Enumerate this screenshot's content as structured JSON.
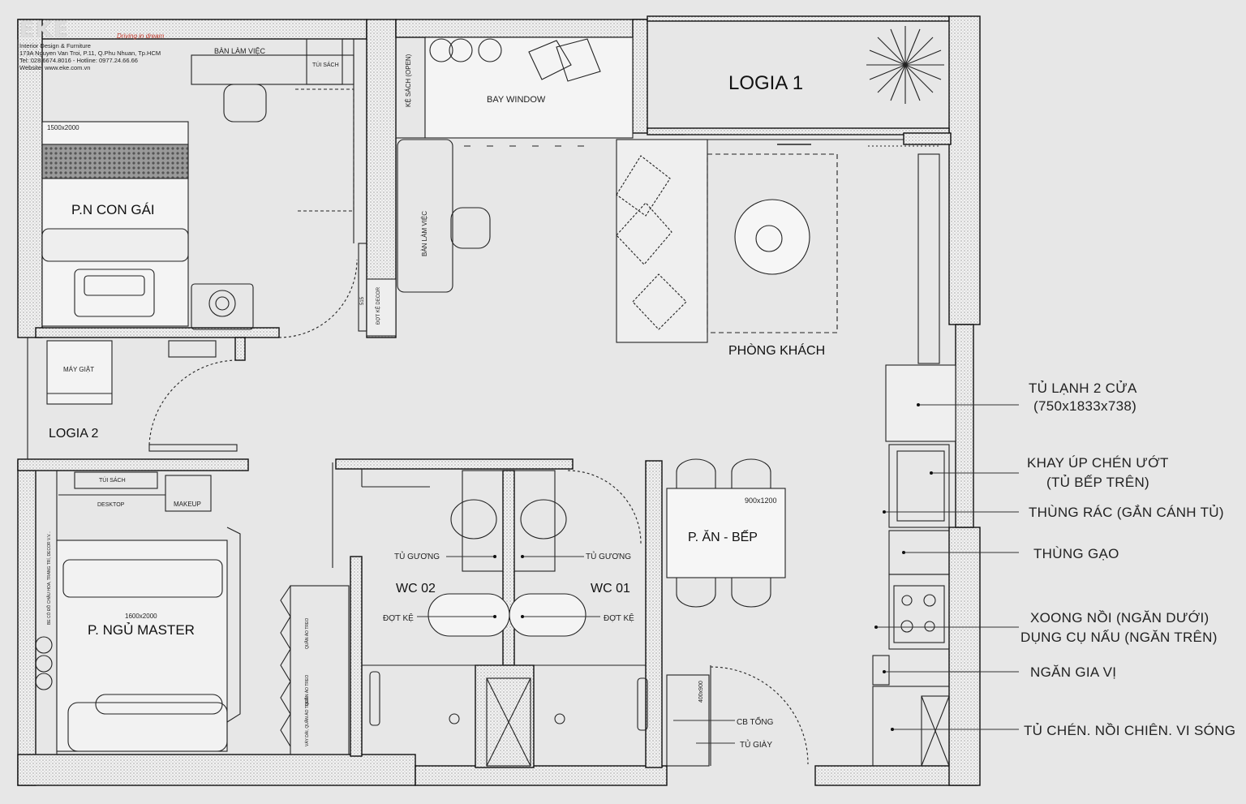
{
  "company": {
    "logo_text": "EKE",
    "tagline": "Driving in dream",
    "lines": [
      "Interior Design & Furniture",
      "173A Nguyen Van Troi, P.11, Q.Phu Nhuan, Tp.HCM",
      "Tel: 028.6674.8016 - Hotline: 0977.24.66.66",
      "Website: www.eke.com.vn"
    ]
  },
  "rooms": {
    "logia1": "LOGIA 1",
    "logia2": "LOGIA 2",
    "bedroom_girl": "P.N CON GÁI",
    "bedroom_master": "P. NGỦ MASTER",
    "living": "PHÒNG KHÁCH",
    "wc02": "WC 02",
    "wc01": "WC 01",
    "dining": "P. ĂN - BẾP"
  },
  "small_labels": {
    "desk_top": "BÀN LÀM VIỆC",
    "bag_top": "TÚI SÁCH",
    "bookshelf": "KỆ SÁCH (OPEN)",
    "bay_window": "BAY WINDOW",
    "desk_mid": "BÀN LÀM VIỆC",
    "decor_shelf": "ĐỢT KỆ DECOR",
    "bed1_size": "1500x2000",
    "washer": "MÁY GIẶT",
    "bag_master": "TÚI SÁCH",
    "desktop": "DESKTOP",
    "makeup": "MAKEUP",
    "bed2_size": "1600x2000",
    "mirror_left": "TỦ GƯƠNG",
    "mirror_right": "TỦ GƯƠNG",
    "shelf_left": "ĐỢT KỆ",
    "shelf_right": "ĐỢT KỆ",
    "table_size": "900x1200",
    "cb_tong": "CB TỔNG",
    "shoe_cab": "TỦ GIÀY",
    "cab_size": "400x900",
    "closet_side": "BE CÓ ĐỒ CHẬU HOA, TRANG TRÍ, DECOR V.V...",
    "wardrobe1": "QUẦN ÁO TREO",
    "wardrobe2": "QUẦN ÁO TREO",
    "wardrobe3": "VÁY DÀI, QUẦN ÁO TREO",
    "h515": "515"
  },
  "legend": [
    {
      "text": "TỦ LẠNH 2 CỬA"
    },
    {
      "text": "(750x1833x738)"
    },
    {
      "text": "KHAY ÚP CHÉN ƯỚT"
    },
    {
      "text": "(TỦ BẾP TRÊN)"
    },
    {
      "text": "THÙNG RÁC (GẮN CÁNH TỦ)"
    },
    {
      "text": "THÙNG GẠO"
    },
    {
      "text": "XOONG NỒI (NGĂN DƯỚI)"
    },
    {
      "text": "DỤNG CỤ NẤU (NGĂN TRÊN)"
    },
    {
      "text": "NGĂN GIA VỊ"
    },
    {
      "text": "TỦ CHÉN. NỒI CHIÊN. VI SÓNG"
    }
  ]
}
